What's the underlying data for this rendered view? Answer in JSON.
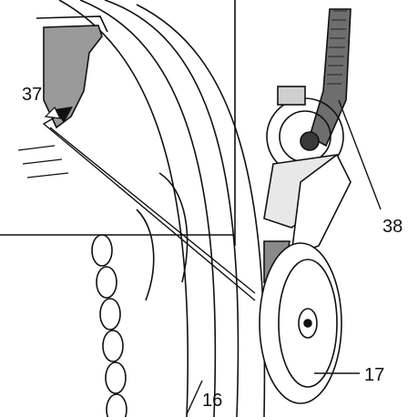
{
  "figure": {
    "callouts": [
      {
        "id": "callout-37",
        "label": "37"
      },
      {
        "id": "callout-38",
        "label": "38"
      },
      {
        "id": "callout-16",
        "label": "16"
      },
      {
        "id": "callout-17",
        "label": "17"
      }
    ]
  },
  "colors": {
    "line": "#111111",
    "gray_fill": "#9a9a9a",
    "dark_fill": "#3a3a3a",
    "background": "#ffffff"
  }
}
